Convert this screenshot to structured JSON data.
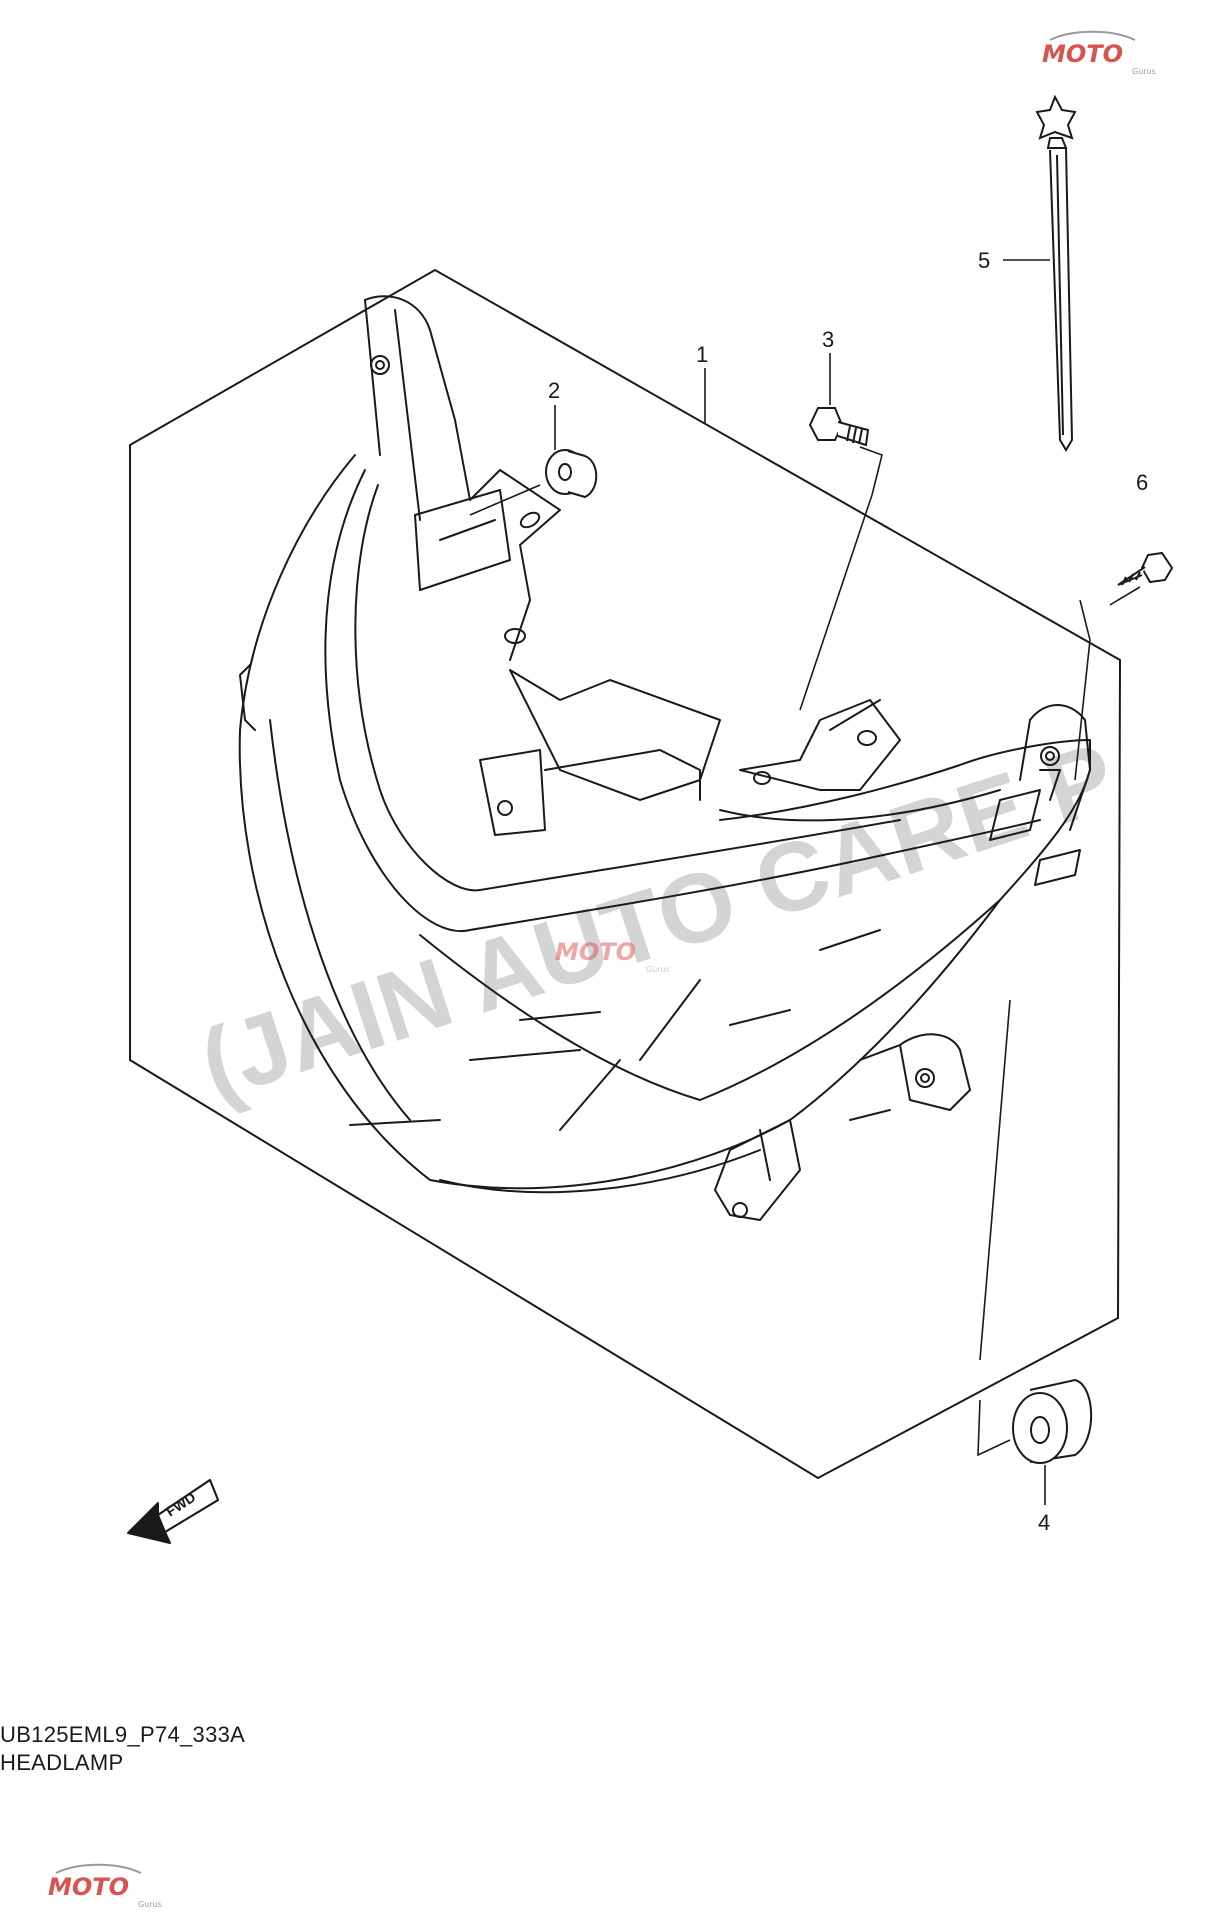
{
  "drawing": {
    "code": "UB125EML9_P74_333A",
    "title": "HEADLAMP",
    "watermark": "(JAIN AUTO CARE P"
  },
  "callouts": [
    "1",
    "2",
    "3",
    "4",
    "5",
    "6"
  ],
  "logo": {
    "text": "MOTO",
    "subtext": "Gurus"
  },
  "colors": {
    "line": "#1a1a1a",
    "watermark": "#d4d4d4",
    "logo_red": "#d9534f",
    "logo_gray": "#9a9a9a"
  },
  "icons": [
    "fwd-arrow-icon"
  ]
}
